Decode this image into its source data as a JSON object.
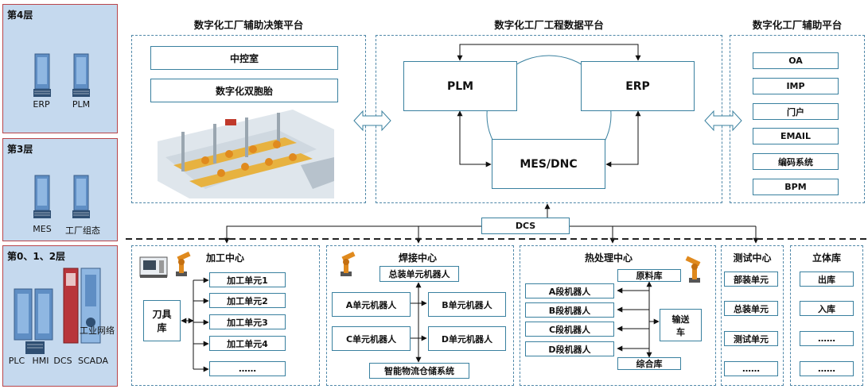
{
  "layers": {
    "l4": {
      "title": "第4层",
      "items": [
        "ERP",
        "PLM"
      ]
    },
    "l3": {
      "title": "第3层",
      "items": [
        "MES",
        "工厂组态"
      ]
    },
    "l012": {
      "title": "第0、1、2层",
      "items": [
        "PLC",
        "HMI",
        "DCS",
        "SCADA"
      ],
      "network": "工业网络"
    }
  },
  "decision": {
    "title": "数字化工厂辅助决策平台",
    "items": [
      "中控室",
      "数字化双胞胎"
    ]
  },
  "data_platform": {
    "title": "数字化工厂工程数据平台",
    "plm": "PLM",
    "erp": "ERP",
    "mes": "MES/DNC"
  },
  "aux": {
    "title": "数字化工厂辅助平台",
    "items": [
      "OA",
      "IMP",
      "门户",
      "EMAIL",
      "编码系统",
      "BPM"
    ]
  },
  "dcs": "DCS",
  "machining": {
    "title": "加工中心",
    "tool": "刀具库",
    "units": [
      "加工单元1",
      "加工单元2",
      "加工单元3",
      "加工单元4",
      "……"
    ]
  },
  "welding": {
    "title": "焊接中心",
    "top": "总装单元机器人",
    "a": "A单元机器人",
    "b": "B单元机器人",
    "c": "C单元机器人",
    "d": "D单元机器人",
    "bottom": "智能物流仓储系统"
  },
  "heat": {
    "title": "热处理中心",
    "items": [
      "A段机器人",
      "B段机器人",
      "C段机器人",
      "D段机器人"
    ],
    "raw": "原料库",
    "mixed": "综合库",
    "car": "输送车"
  },
  "test": {
    "title": "测试中心",
    "items": [
      "部装单元",
      "总装单元",
      "测试单元",
      "……"
    ]
  },
  "warehouse": {
    "title": "立体库",
    "items": [
      "出库",
      "入库",
      "……",
      "……"
    ]
  },
  "colors": {
    "border": "#39809f",
    "dash": "#4f87a8",
    "layer_bg": "#c5d9ee",
    "layer_border": "#b9454a",
    "robot": "#e08a1e"
  }
}
